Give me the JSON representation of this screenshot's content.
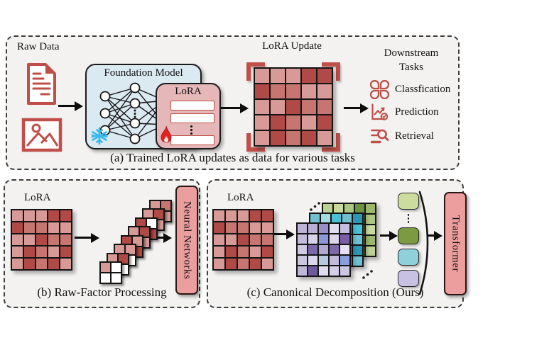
{
  "panel_a": {
    "caption": "(a) Trained LoRA updates as data for various tasks",
    "raw_data_label": "Raw Data",
    "foundation_label": "Foundation Model",
    "lora_label": "LoRA",
    "lora_update_label": "LoRA Update",
    "downstream_line1": "Downstream",
    "downstream_line2": "Tasks",
    "tasks": [
      {
        "icon": "classification-icon",
        "label": "Classfication"
      },
      {
        "icon": "prediction-icon",
        "label": "Prediction"
      },
      {
        "icon": "retrieval-icon",
        "label": "Retrieval"
      }
    ]
  },
  "panel_b": {
    "caption": "(b) Raw-Factor Processing",
    "lora_label": "LoRA",
    "box_label": "Neural Networks"
  },
  "panel_c": {
    "caption": "(c) Canonical Decomposition (Ours)",
    "lora_label": "LoRA",
    "box_label": "Transformer"
  },
  "colors": {
    "panel_background": "#f3f2f0",
    "dashed_border": "#3c3c3c",
    "brick_red": "#bf4f48",
    "matrix_light": "#d79a96",
    "matrix_medium": "#c67571",
    "matrix_dark": "#af4a46",
    "foundation_box": "#dbe9f1",
    "lora_box": "#e5b7b9",
    "pink_box": "#ec9e9e",
    "snowflake_blue": "#35b7ef",
    "flame_red": "#e42222",
    "token_green_light": "#ccdc9f",
    "token_green_dark": "#7b9a42",
    "token_cyan": "#8fd0da",
    "token_purple": "#c9c1e4"
  },
  "matrices": {
    "lora": {
      "palette": {
        "L": "#d79a96",
        "M": "#c67571",
        "D": "#af4a46"
      },
      "pattern": [
        [
          "L",
          "L",
          "L",
          "D",
          "D"
        ],
        [
          "D",
          "M",
          "M",
          "L",
          "L"
        ],
        [
          "L",
          "L",
          "D",
          "M",
          "M"
        ],
        [
          "L",
          "D",
          "M",
          "L",
          "D"
        ],
        [
          "L",
          "D",
          "M",
          "D",
          "L"
        ]
      ]
    },
    "green": {
      "pattern": [
        [
          "#bdd193",
          "#c9da9f",
          "#aec683",
          "#6d9340",
          "#9cb86a"
        ],
        [
          "#a9c47e",
          "#9cb86a",
          "#bdd193",
          "#9cb86a",
          "#aec683"
        ],
        [
          "#c9da9f",
          "#aec683",
          "#8fae5c",
          "#bdd193",
          "#c9da9f"
        ],
        [
          "#9cb86a",
          "#bdd193",
          "#aec683",
          "#c9da9f",
          "#9cb86a"
        ],
        [
          "#bdd193",
          "#8fae5c",
          "#c9da9f",
          "#aec683",
          "#bdd193"
        ]
      ]
    },
    "cyan": {
      "pattern": [
        [
          "#6fc0d0",
          "#a5dbe2",
          "#49c0d6",
          "#6fc0d0",
          "#2e96b2"
        ],
        [
          "#a5dbe2",
          "#6fc0d0",
          "#8ed2dc",
          "#49c0d6",
          "#49c0d6"
        ],
        [
          "#8ed2dc",
          "#49c0d6",
          "#6fc0d0",
          "#a5dbe2",
          "#6fc0d0"
        ],
        [
          "#6fc0d0",
          "#8ed2dc",
          "#a5dbe2",
          "#6fc0d0",
          "#2e96b2"
        ],
        [
          "#a5dbe2",
          "#6fc0d0",
          "#49c0d6",
          "#8ed2dc",
          "#6fc0d0"
        ]
      ]
    },
    "purple": {
      "pattern": [
        [
          "#bdb3d6",
          "#b9aed4",
          "#998fc7",
          "#e2def0",
          "#c6bede"
        ],
        [
          "#c4bbda",
          "#d8d3e9",
          "#8a97d8",
          "#dcd6ea",
          "#7a5fa8"
        ],
        [
          "#cfc9e4",
          "#7c68ab",
          "#b3a8d2",
          "#7c68ab",
          "#e6e2f2"
        ],
        [
          "#ccc5e0",
          "#dcd8ec",
          "#b8c8e0",
          "#c4badd",
          "#8b9ee0"
        ],
        [
          "#c0b6d8",
          "#6f5a9e",
          "#dfdcee",
          "#d4cfe6",
          "#cdc6e2"
        ]
      ]
    }
  },
  "cascade": {
    "palette": {
      "L": "#d79a96",
      "M": "#c67571",
      "D": "#af4a46",
      "W": "#ffffff"
    },
    "items": [
      [
        [
          "L",
          "W"
        ],
        [
          "W",
          "W"
        ]
      ],
      [
        [
          "L",
          "D"
        ],
        [
          "W",
          "W"
        ]
      ],
      [
        [
          "L",
          "L"
        ],
        [
          "D",
          "W"
        ]
      ],
      [
        [
          "D",
          "L"
        ],
        [
          "L",
          "D"
        ]
      ],
      [
        [
          "L",
          "D"
        ],
        [
          "D",
          "L"
        ]
      ],
      [
        [
          "D",
          "W"
        ],
        [
          "L",
          "D"
        ]
      ],
      [
        [
          "L",
          "D"
        ],
        [
          "W",
          "L"
        ]
      ],
      [
        [
          "L",
          "M"
        ],
        [
          "D",
          "L"
        ]
      ]
    ]
  },
  "tokens": {
    "colors": [
      "#ccdc9f",
      "#7b9a42",
      "#8fd0da",
      "#c9c1e4"
    ],
    "dots_after_index": 0
  }
}
